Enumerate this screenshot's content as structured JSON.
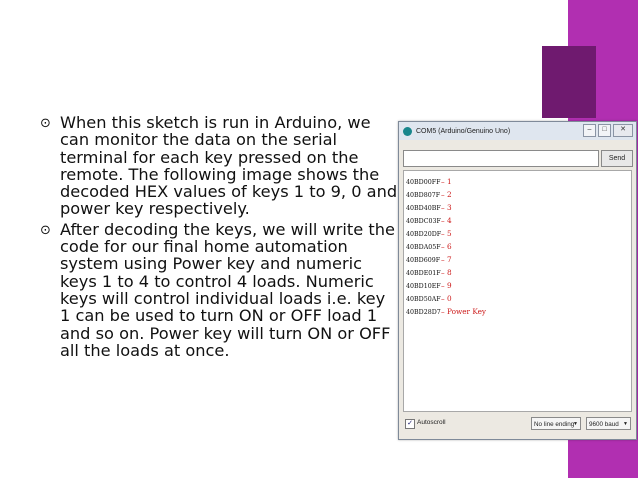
{
  "colors": {
    "band": "#b12fb1",
    "accent": "#6f1a6f",
    "annotation": "#cc1a1a"
  },
  "bullet_icon": "circled-dot-bullet",
  "bullets": [
    "When this sketch is run in Arduino, we can monitor the data on the serial terminal for each key pressed on the remote. The following image shows the decoded HEX values of keys 1 to 9, 0 and power key respectively.",
    "After decoding the keys, we will write the code for our final home automation system using Power key and numeric keys 1 to 4 to control 4 loads. Numeric keys will control individual loads i.e. key 1 can be used to turn ON or OFF load 1 and so on. Power key will turn ON or OFF all the loads at once."
  ],
  "serial_window": {
    "title": "COM5 (Arduino/Genuino Uno)",
    "window_buttons": [
      "–",
      "□",
      "✕"
    ],
    "input_value": "",
    "send_label": "Send",
    "lines": [
      {
        "code": "40BD00FF",
        "annotation": "– 1"
      },
      {
        "code": "40BD807F",
        "annotation": "– 2"
      },
      {
        "code": "40BD40BF",
        "annotation": "– 3"
      },
      {
        "code": "40BDC03F",
        "annotation": "– 4"
      },
      {
        "code": "40BD20DF",
        "annotation": "– 5"
      },
      {
        "code": "40BDA05F",
        "annotation": "– 6"
      },
      {
        "code": "40BD609F",
        "annotation": "– 7"
      },
      {
        "code": "40BDE01F",
        "annotation": "– 8"
      },
      {
        "code": "40BD10EF",
        "annotation": "– 9"
      },
      {
        "code": "40BD50AF",
        "annotation": "– 0"
      },
      {
        "code": "40BD28D7",
        "annotation": "– Power Key"
      }
    ],
    "autoscroll_label": "Autoscroll",
    "autoscroll_checked": true,
    "line_ending": "No line ending",
    "baud": "9600 baud"
  }
}
